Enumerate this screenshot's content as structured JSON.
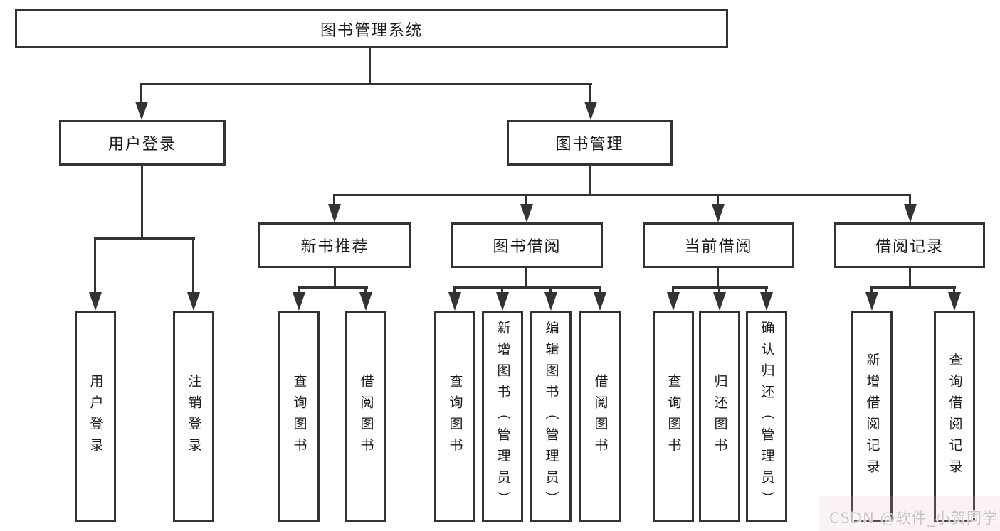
{
  "nodes": {
    "root": {
      "label": "图书管理系统"
    },
    "user_login": {
      "label": "用户登录",
      "children": {
        "login": {
          "label": "用户登录"
        },
        "logout": {
          "label": "注销登录"
        }
      }
    },
    "book_mgmt": {
      "label": "图书管理",
      "children": {
        "new_book_rec": {
          "label": "新书推荐",
          "children": {
            "query": {
              "label": "查询图书"
            },
            "borrow": {
              "label": "借阅图书"
            }
          }
        },
        "book_borrow": {
          "label": "图书借阅",
          "children": {
            "query": {
              "label": "查询图书"
            },
            "add": {
              "label": "新增图书（管理员）"
            },
            "edit": {
              "label": "编辑图书（管理员）"
            },
            "borrow": {
              "label": "借阅图书"
            }
          }
        },
        "current_borrow": {
          "label": "当前借阅",
          "children": {
            "query": {
              "label": "查询图书"
            },
            "return_book": {
              "label": "归还图书"
            },
            "confirm": {
              "label": "确认归还（管理员）"
            }
          }
        },
        "borrow_record": {
          "label": "借阅记录",
          "children": {
            "add": {
              "label": "新增借阅记录"
            },
            "query": {
              "label": "查询借阅记录"
            }
          }
        }
      }
    }
  },
  "watermark": {
    "text": "CSDN @软件_小贺同学"
  },
  "colors": {
    "line": "#333333",
    "text": "#1a1a1a",
    "box_fill": "#ffffff",
    "background": "#ffffff",
    "watermark": "#c9c2c2"
  }
}
